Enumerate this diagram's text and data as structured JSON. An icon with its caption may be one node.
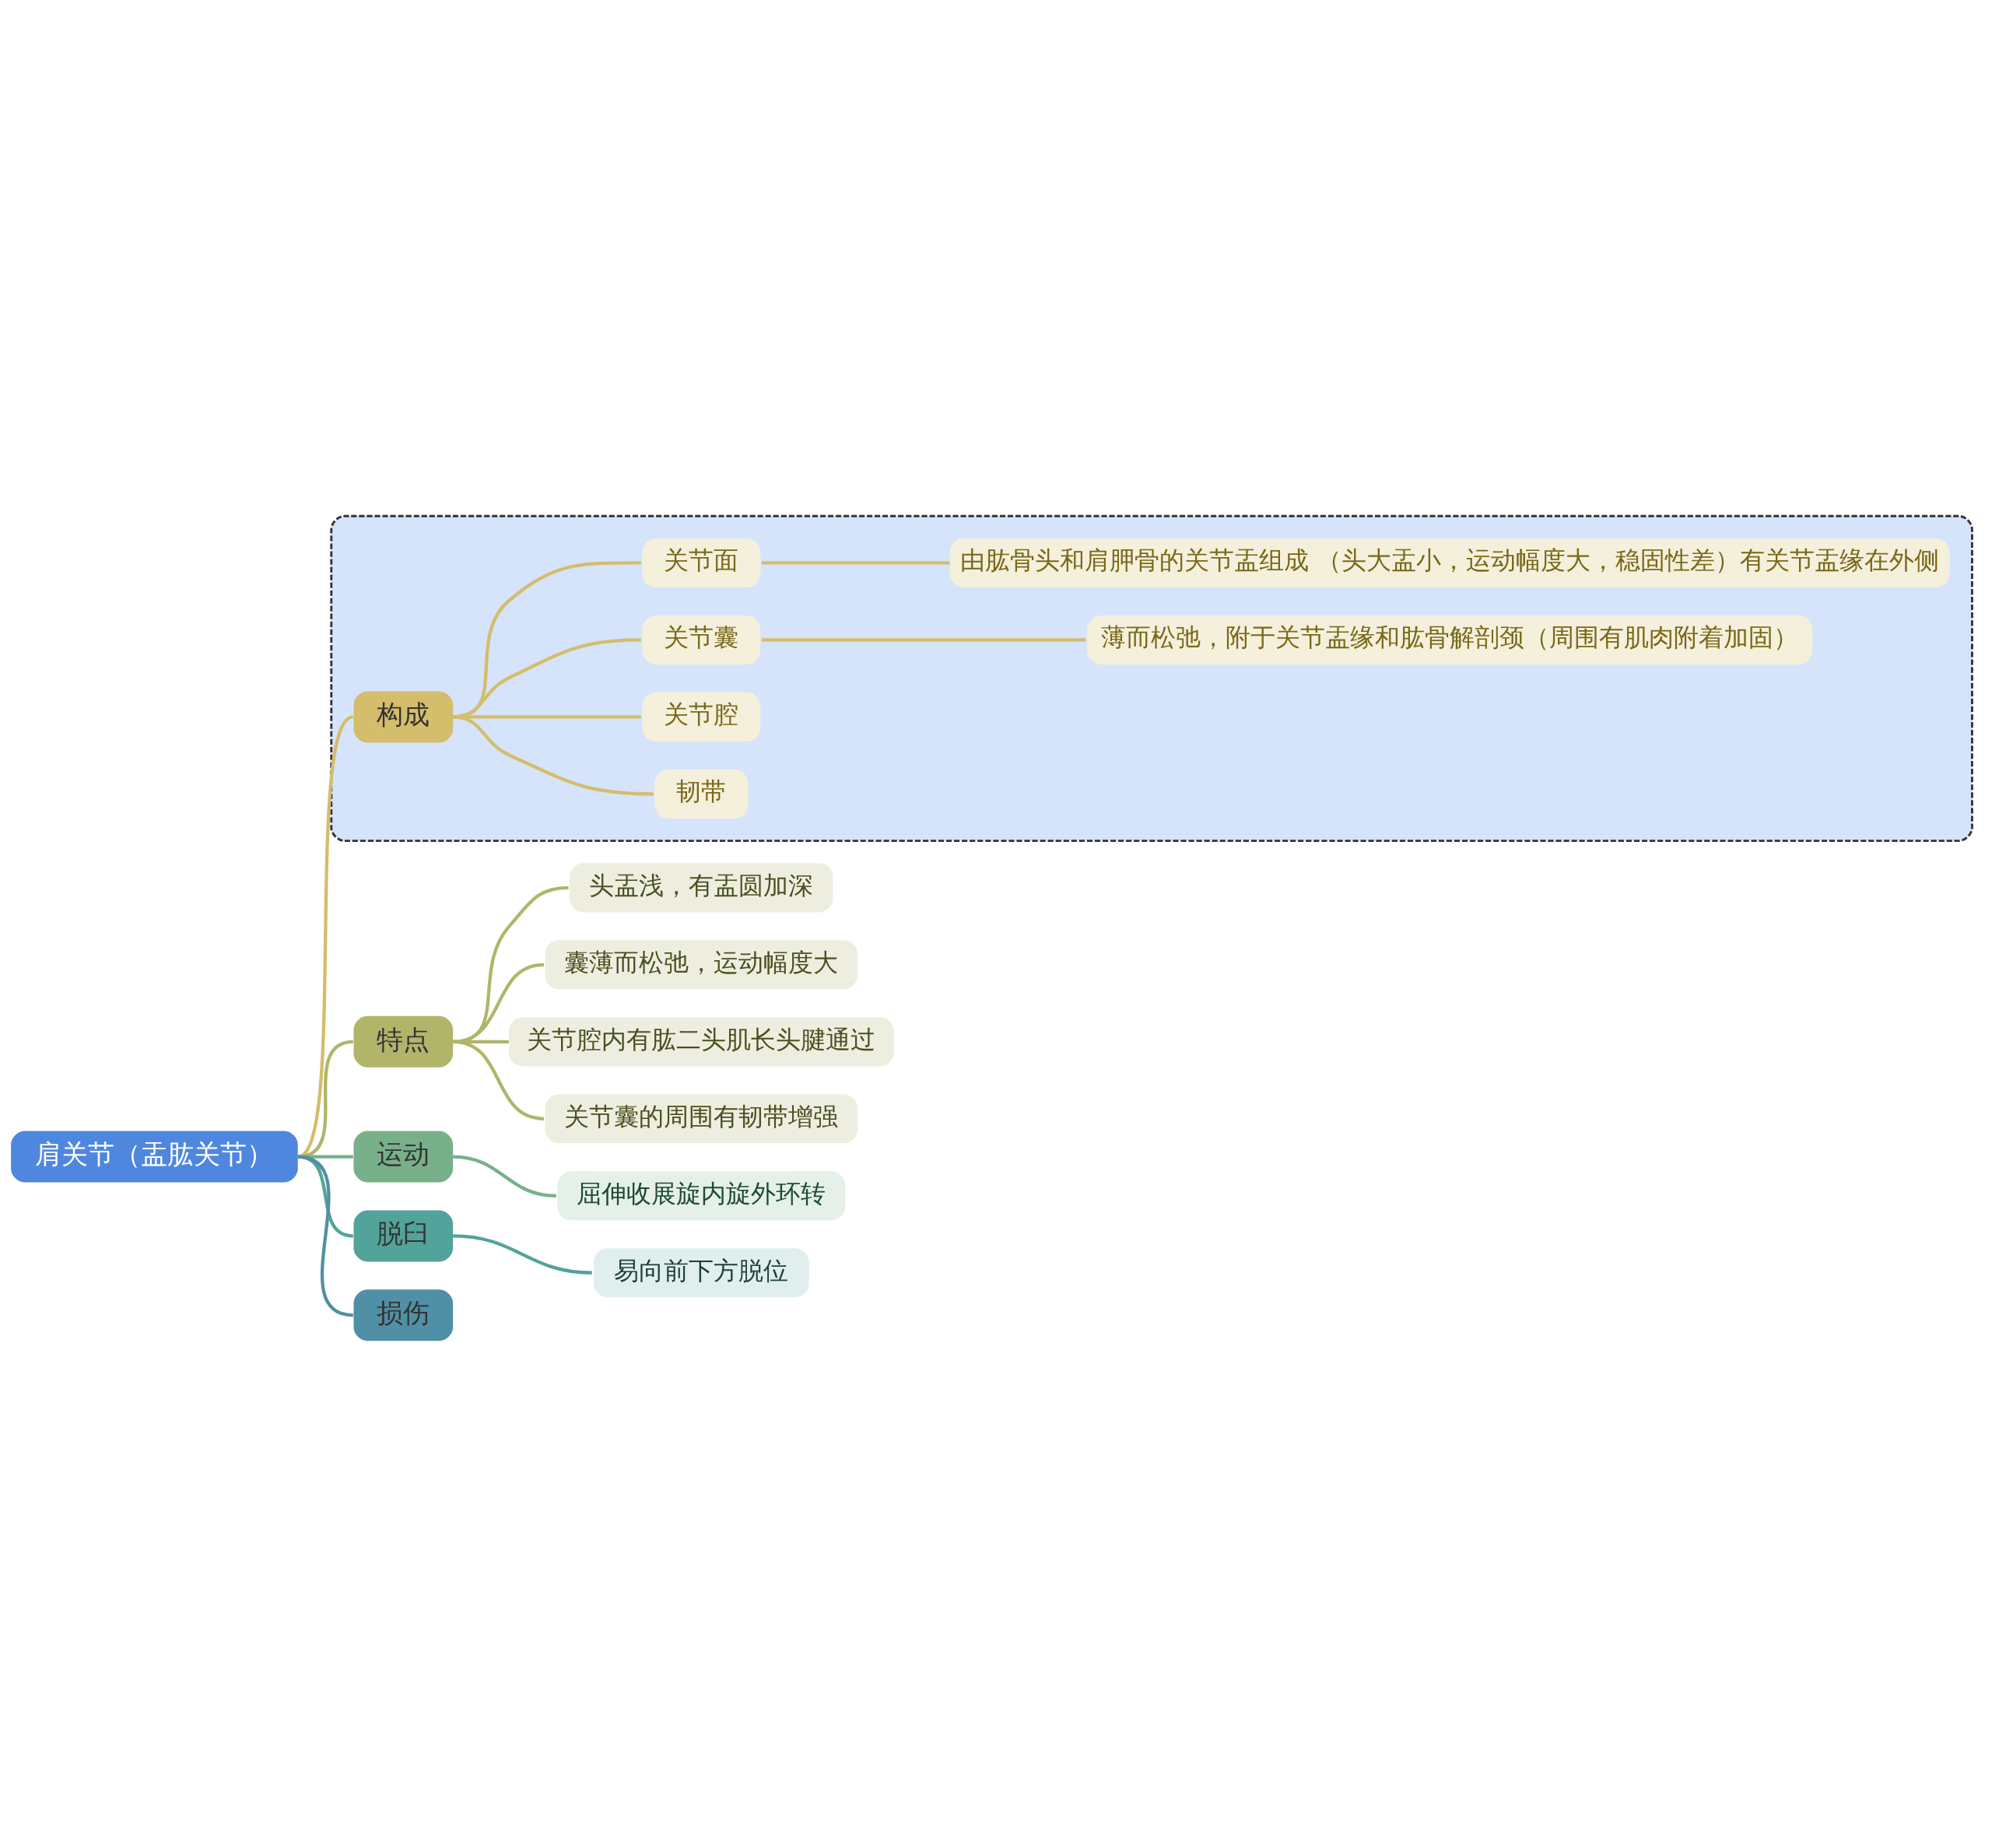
{
  "diagram": {
    "nodes": [
      {
        "text": [
          "肩关节（盂肱关节）"
        ]
      },
      {
        "text": [],
        "shape": "box"
      },
      {
        "text": [
          "构成"
        ],
        "in": 1
      },
      {
        "text": [
          "关节面"
        ],
        "in": 1
      },
      {
        "text": [
          "由肱骨头和肩胛骨的关节盂组成 （头大盂小，运动幅度大，稳固性差）有关节盂缘在外侧"
        ],
        "in": 1
      },
      {
        "text": [
          "关节囊"
        ],
        "in": 1
      },
      {
        "text": [
          "薄而松弛，附于关节盂缘和肱骨解剖颈（周围有肌肉附着加固）"
        ],
        "in": 1
      },
      {
        "text": [
          "关节腔"
        ],
        "in": 1
      },
      {
        "text": [
          "韧带"
        ],
        "in": 1
      },
      {
        "text": [
          "特点"
        ]
      },
      {
        "text": [
          "头盂浅，有盂圆加深"
        ]
      },
      {
        "text": [
          "囊薄而松弛，运动幅度大"
        ]
      },
      {
        "text": [
          "关节腔内有肱二头肌长头腱通过"
        ]
      },
      {
        "text": [
          "关节囊的周围有韧带增强"
        ]
      },
      {
        "text": [
          "运动"
        ]
      },
      {
        "text": [
          "屈伸收展旋内旋外环转"
        ]
      },
      {
        "text": [
          "脱臼"
        ]
      },
      {
        "text": [
          "易向前下方脱位"
        ]
      },
      {
        "text": [
          "损伤"
        ]
      }
    ],
    "edges": [
      {
        "from": 0,
        "to": 2,
        "arrow": "none"
      },
      {
        "from": 2,
        "to": 3,
        "arrow": "none"
      },
      {
        "from": 3,
        "to": 4,
        "arrow": "none"
      },
      {
        "from": 2,
        "to": 5,
        "arrow": "none"
      },
      {
        "from": 5,
        "to": 6,
        "arrow": "none"
      },
      {
        "from": 2,
        "to": 7,
        "arrow": "none"
      },
      {
        "from": 2,
        "to": 8,
        "arrow": "none"
      },
      {
        "from": 0,
        "to": 9,
        "arrow": "none",
        "color": "#b0b56a"
      },
      {
        "from": 9,
        "to": 10,
        "arrow": "none",
        "color": "#b0b56a"
      },
      {
        "from": 9,
        "to": 11,
        "arrow": "none",
        "color": "#b0b56a"
      },
      {
        "from": 9,
        "to": 12,
        "arrow": "none",
        "color": "#b0b56a"
      },
      {
        "from": 9,
        "to": 13,
        "arrow": "none",
        "color": "#b0b56a"
      },
      {
        "from": 0,
        "to": 14,
        "arrow": "none",
        "color": "#78b08a"
      },
      {
        "from": 14,
        "to": 15,
        "arrow": "none",
        "color": "#78b08a"
      },
      {
        "from": 0,
        "to": 16,
        "arrow": "none",
        "color": "#52a39a"
      },
      {
        "from": 16,
        "to": 17,
        "arrow": "none",
        "color": "#52a39a"
      },
      {
        "from": 0,
        "to": 18,
        "arrow": "none",
        "color": "#5090a6"
      }
    ]
  }
}
